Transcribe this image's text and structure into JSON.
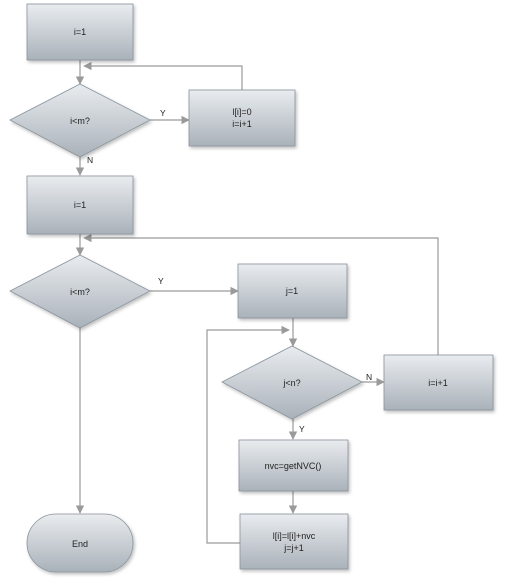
{
  "colors": {
    "shape_fill_top": "#e9ecef",
    "shape_fill_bottom": "#a9b1b9",
    "shape_stroke": "#8a939c",
    "connector": "#9a9a9a",
    "text": "#222222"
  },
  "nodes": {
    "init_i_1": {
      "label": "i=1"
    },
    "cond_1": {
      "label": "i<m?"
    },
    "set_zero": {
      "line1": "l[i]=0",
      "line2": "i=i+1"
    },
    "init_i_2": {
      "label": "i=1"
    },
    "cond_2": {
      "label": "i<m?"
    },
    "init_j": {
      "label": "j=1"
    },
    "cond_j": {
      "label": "j<n?"
    },
    "incr_i": {
      "label": "i=i+1"
    },
    "get_nvc": {
      "label": "nvc=getNVC()"
    },
    "accum": {
      "line1": "l[i]=l[i]+nvc",
      "line2": "j=j+1"
    },
    "end": {
      "label": "End"
    }
  },
  "edge_labels": {
    "cond1_yes": "Y",
    "cond1_no": "N",
    "cond2_yes": "Y",
    "condj_no": "N",
    "condj_yes": "Y"
  }
}
